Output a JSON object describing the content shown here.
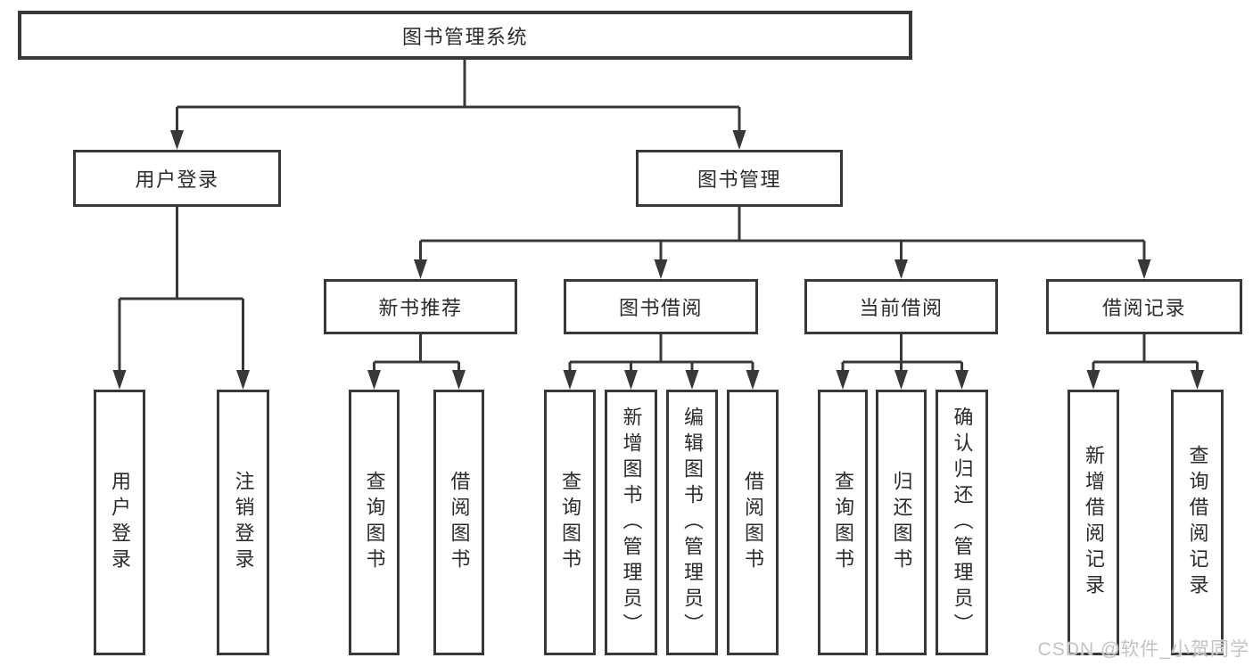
{
  "diagram": {
    "root": {
      "label": "图书管理系统",
      "children": [
        {
          "label": "用户登录",
          "children": [
            {
              "label": "用户登录"
            },
            {
              "label": "注销登录"
            }
          ]
        },
        {
          "label": "图书管理",
          "children": [
            {
              "label": "新书推荐",
              "children": [
                {
                  "label": "查询图书"
                },
                {
                  "label": "借阅图书"
                }
              ]
            },
            {
              "label": "图书借阅",
              "children": [
                {
                  "label": "查询图书"
                },
                {
                  "label": "新增图书（管理员）"
                },
                {
                  "label": "编辑图书（管理员）"
                },
                {
                  "label": "借阅图书"
                }
              ]
            },
            {
              "label": "当前借阅",
              "children": [
                {
                  "label": "查询图书"
                },
                {
                  "label": "归还图书"
                },
                {
                  "label": "确认归还（管理员）"
                }
              ]
            },
            {
              "label": "借阅记录",
              "children": [
                {
                  "label": "新增借阅记录"
                },
                {
                  "label": "查询借阅记录"
                }
              ]
            }
          ]
        }
      ]
    }
  },
  "watermark": {
    "text": "CSDN @软件_小贺同学"
  },
  "colors": {
    "line": "#383838",
    "text": "#2b2b2b",
    "watermark": "#c3c3c3",
    "background": "#ffffff"
  }
}
